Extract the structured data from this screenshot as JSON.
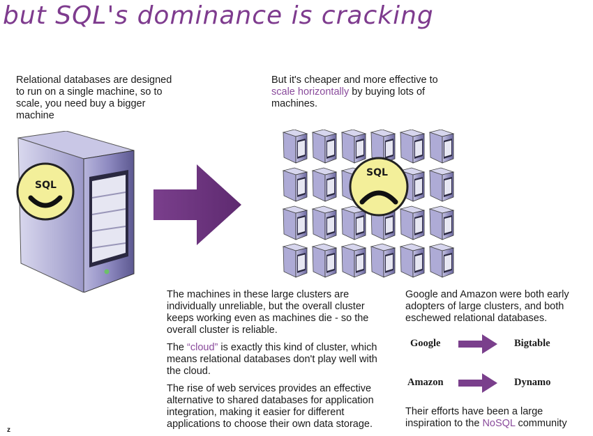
{
  "title": "but SQL's dominance is cracking",
  "left_caption": "Relational databases are designed to run on a single machine, so to scale, you need buy a bigger machine",
  "right_caption": {
    "before": "But it's cheaper and more effective to ",
    "highlight": "scale horizontally",
    "after": " by buying lots of machines."
  },
  "sql_badge_left": "SQL",
  "sql_badge_right": "SQL",
  "middle_paragraphs": {
    "p1": "The machines in these large clusters are individually unreliable, but the overall cluster keeps working even as machines die - so the overall cluster is reliable.",
    "p2_before": "The ",
    "p2_highlight": "“cloud”",
    "p2_after": " is exactly this kind of cluster, which means relational databases don't play well with the cloud.",
    "p3": "The rise of web services provides an effective alternative to shared databases for application integration, making it easier for different applications to choose their own data storage."
  },
  "right_intro": "Google and Amazon were both early adopters of large clusters, and both eschewed relational databases.",
  "mappings": [
    {
      "from": "Google",
      "to": "Bigtable"
    },
    {
      "from": "Amazon",
      "to": "Dynamo"
    }
  ],
  "right_outro": {
    "before": "Their efforts have been a large inspiration to the ",
    "highlight": "NoSQL",
    "after": " community"
  },
  "footer_mark": "z",
  "colors": {
    "accent": "#7e3b8e",
    "face": "#f3ef9a",
    "server": "#8a87bd"
  }
}
